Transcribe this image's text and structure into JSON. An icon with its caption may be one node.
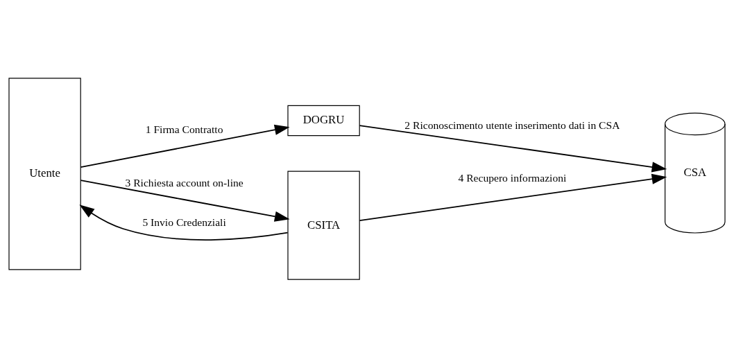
{
  "diagram": {
    "nodes": [
      {
        "text": [
          "Utente"
        ]
      },
      {
        "text": [
          "DOGRU"
        ]
      },
      {
        "text": [
          "CSITA"
        ]
      },
      {
        "text": [
          "CSA"
        ]
      }
    ],
    "edges": [
      {
        "from": 0,
        "to": 1,
        "arrow": "to",
        "label": "1 Firma Contratto"
      },
      {
        "from": 1,
        "to": 3,
        "arrow": "to",
        "label": "2 Riconoscimento utente inserimento dati in CSA"
      },
      {
        "from": 0,
        "to": 2,
        "arrow": "to",
        "label": "3 Richiesta account on-line"
      },
      {
        "from": 2,
        "to": 3,
        "arrow": "to",
        "label": "4 Recupero informazioni"
      },
      {
        "from": 2,
        "to": 0,
        "arrow": "to",
        "label": "5 Invio Credenziali"
      }
    ]
  }
}
